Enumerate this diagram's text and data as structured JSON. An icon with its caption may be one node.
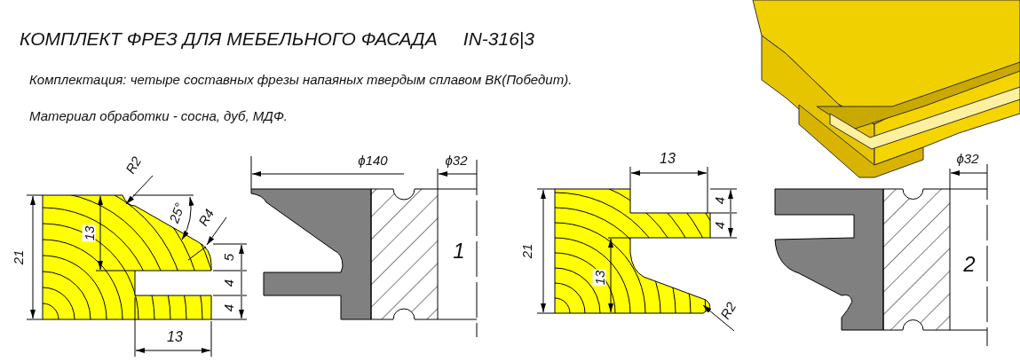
{
  "diagram": {
    "title": "КОМПЛЕКТ ФРЕЗ ДЛЯ МЕБЕЛЬНОГО ФАСАДА     IN-316|3",
    "labels": [
      "Комплектация: четыре составных фрезы напаяных твердым сплавом ВК(Победит).",
      "Материал обработки - сосна, дуб, МДФ.",
      "R2",
      "25°",
      "R4",
      "13",
      "21",
      "5",
      "4",
      "4",
      "13",
      "ϕ140",
      "ϕ32",
      "1",
      "13",
      "4",
      "4",
      "21",
      "13",
      "R2",
      "ϕ32",
      "2"
    ]
  }
}
